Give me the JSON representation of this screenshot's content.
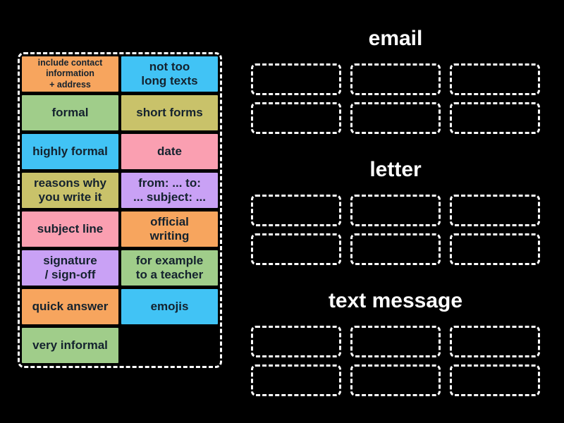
{
  "colors": {
    "background": "#000000",
    "orange": "#f7a55e",
    "blue": "#41c3f5",
    "green": "#a0cd8a",
    "khaki": "#c9c26a",
    "pink": "#fa9fb1",
    "purple": "#c9a1f5",
    "tile_text": "#14222e",
    "header_text": "#ffffff",
    "dashed_border": "#ffffff"
  },
  "tray": {
    "tiles": [
      {
        "label": "include contact\ninformation\n+ address",
        "color": "orange",
        "size": "small"
      },
      {
        "label": "not too\nlong texts",
        "color": "blue"
      },
      {
        "label": "formal",
        "color": "green"
      },
      {
        "label": "short forms",
        "color": "khaki"
      },
      {
        "label": "highly formal",
        "color": "blue"
      },
      {
        "label": "date",
        "color": "pink"
      },
      {
        "label": "reasons why\nyou write it",
        "color": "khaki"
      },
      {
        "label": "from: ... to:\n... subject: ...",
        "color": "purple"
      },
      {
        "label": "subject line",
        "color": "pink"
      },
      {
        "label": "official\nwriting",
        "color": "orange"
      },
      {
        "label": "signature\n/ sign-off",
        "color": "purple"
      },
      {
        "label": "for example\nto a teacher",
        "color": "green"
      },
      {
        "label": "quick answer",
        "color": "orange"
      },
      {
        "label": "emojis",
        "color": "blue"
      },
      {
        "label": "very informal",
        "color": "green"
      }
    ]
  },
  "groups": [
    {
      "label": "email",
      "slot_count": 6
    },
    {
      "label": "letter",
      "slot_count": 6
    },
    {
      "label": "text message",
      "slot_count": 6
    }
  ]
}
